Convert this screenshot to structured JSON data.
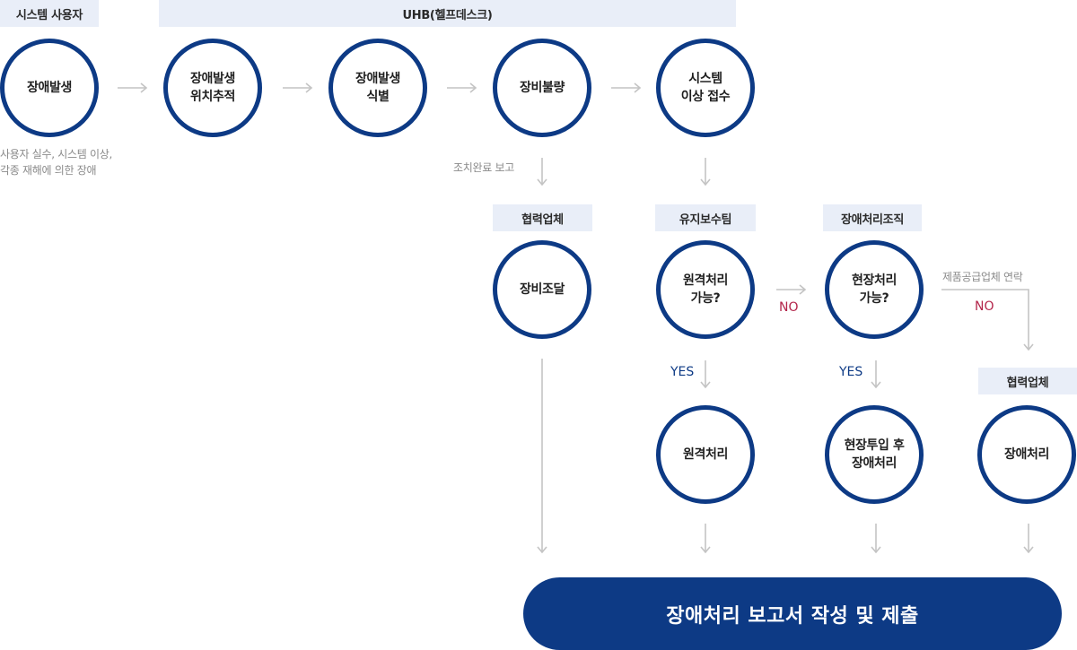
{
  "lanes": {
    "system_user": "시스템 사용자",
    "helpdesk": "UHB(헬프데스크)",
    "partner_a": "협력업체",
    "maintenance": "유지보수팀",
    "fault_org": "장애처리조직",
    "partner_b": "협력업체"
  },
  "nodes": {
    "fault_occur": "장애발생",
    "location_trace": "장애발생\n위치추적",
    "identify": "장애발생\n식별",
    "equipment_defect": "장비불량",
    "system_receipt": "시스템\n이상 접수",
    "equipment_procure": "장비조달",
    "remote_possible": "원격처리\n가능?",
    "onsite_possible": "현장처리\n가능?",
    "remote_handle": "원격처리",
    "onsite_handle": "현장투입 후\n장애처리",
    "vendor_handle": "장애처리"
  },
  "notes": {
    "cause": "사용자 실수, 시스템 이상,\n각종 재해에 의한 장애",
    "report_done": "조치완료 보고",
    "contact_supplier": "제품공급업체 연락"
  },
  "branch_labels": {
    "no_1": "NO",
    "no_2": "NO",
    "yes_1": "YES",
    "yes_2": "YES"
  },
  "final": "장애처리 보고서 작성 및 제출",
  "colors": {
    "node_border": "#0d3a85",
    "band_bg": "#e9eef8",
    "arrow": "#c4c4c4",
    "no": "#b3254a",
    "yes": "#0d3a85"
  }
}
